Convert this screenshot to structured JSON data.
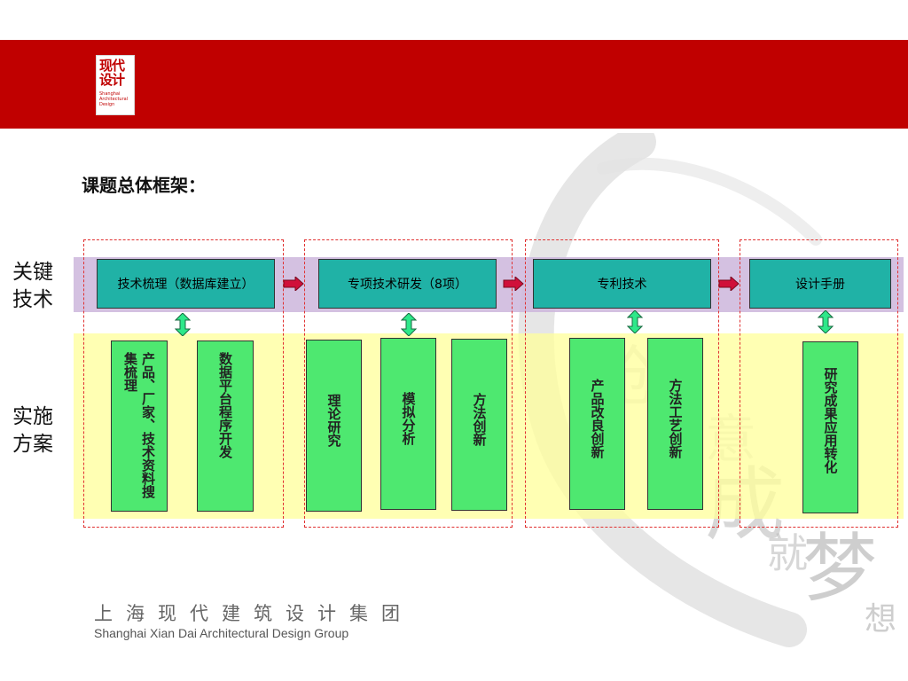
{
  "logo": {
    "cn_text": "现代设计",
    "en_text": "Shanghai Architectural Design"
  },
  "title": "课题总体框架：",
  "row_labels": {
    "key_tech": "关键技术",
    "implementation": "实施方案"
  },
  "key_tech": [
    "技术梳理（数据库建立）",
    "专项技术研发（8项）",
    "专利技术",
    "设计手册"
  ],
  "implementation": [
    [
      "产品、厂家、技术资料搜集梳理",
      "数据平台程序开发"
    ],
    [
      "理论研究",
      "模拟分析",
      "方法创新"
    ],
    [
      "产品改良创新",
      "方法工艺创新"
    ],
    [
      "研究成果应用转化"
    ]
  ],
  "footer": {
    "cn": "上海现代建筑设计集团",
    "en": "Shanghai Xian Dai Architectural Design Group"
  },
  "watermark_text": [
    "创",
    "意",
    "成",
    "就",
    "梦",
    "想"
  ],
  "colors": {
    "header_red": "#c00000",
    "teal": "#20b2a6",
    "green": "#4ee870",
    "purple_band": "#cdb6dc",
    "yellow_band": "#ffff99",
    "dashed_red": "#e03030",
    "arrow_red": "#d0103a",
    "arrow_green": "#2ee88a"
  }
}
